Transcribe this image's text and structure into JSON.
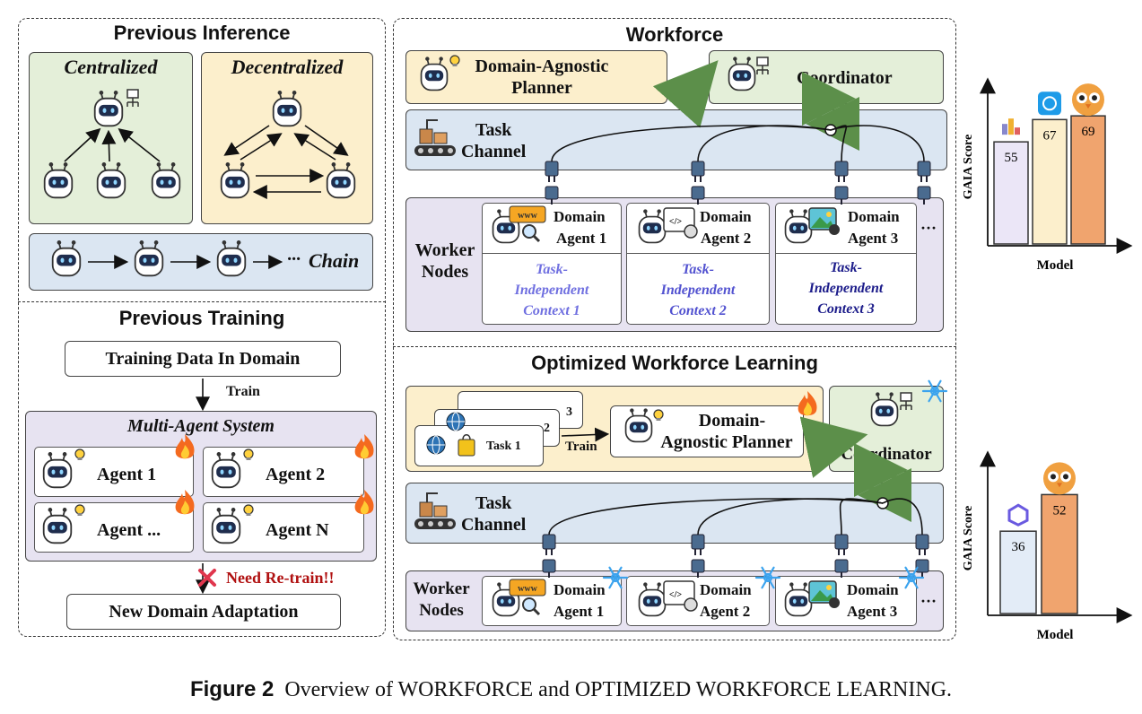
{
  "previous_inference": {
    "title": "Previous Inference",
    "centralized": "Centralized",
    "decentralized": "Decentralized",
    "chain": "Chain",
    "chain_ellipsis": "···"
  },
  "previous_training": {
    "title": "Previous Training",
    "training_data": "Training Data In Domain",
    "train": "Train",
    "mas_title": "Multi-Agent System",
    "agents": [
      "Agent 1",
      "Agent 2",
      "Agent ...",
      "Agent N"
    ],
    "need_retrain": "Need Re-train!!",
    "new_domain": "New Domain Adaptation"
  },
  "workforce": {
    "title": "Workforce",
    "planner": "Domain-Agnostic Planner",
    "coordinator": "Coordinator",
    "task_channel_1": "Task",
    "task_channel_2": "Channel",
    "worker_nodes_1": "Worker",
    "worker_nodes_2": "Nodes",
    "agents": [
      {
        "l1": "Domain",
        "l2": "Agent 1",
        "ctx1": "Task-",
        "ctx2": "Independent",
        "ctx3": "Context 1"
      },
      {
        "l1": "Domain",
        "l2": "Agent 2",
        "ctx1": "Task-",
        "ctx2": "Independent",
        "ctx3": "Context 2"
      },
      {
        "l1": "Domain",
        "l2": "Agent 3",
        "ctx1": "Task-",
        "ctx2": "Independent",
        "ctx3": "Context 3"
      }
    ],
    "ellipsis": "···"
  },
  "optimized": {
    "title": "Optimized Workforce Learning",
    "task3": "3",
    "task2": "2",
    "task1": "Task 1",
    "train": "Train",
    "planner_1": "Domain-",
    "planner_2": "Agnostic Planner",
    "coordinator": "Coordinator",
    "task_channel_1": "Task",
    "task_channel_2": "Channel",
    "worker_nodes_1": "Worker",
    "worker_nodes_2": "Nodes",
    "agents": [
      {
        "l1": "Domain",
        "l2": "Agent 1"
      },
      {
        "l1": "Domain",
        "l2": "Agent 2"
      },
      {
        "l1": "Domain",
        "l2": "Agent 3"
      }
    ],
    "ellipsis": "···"
  },
  "caption": {
    "label": "Figure 2",
    "text": "Overview of WORKFORCE and OPTIMIZED WORKFORCE LEARNING."
  },
  "chart_data": [
    {
      "type": "bar",
      "xlabel": "Model",
      "ylabel": "GAIA Score",
      "categories": [
        "",
        "",
        ""
      ],
      "values": [
        55,
        67,
        69
      ],
      "colors": [
        "#ebe6f7",
        "#fcefcc",
        "#f0a46e"
      ],
      "icons": [
        "trophy-icon",
        "openai-icon",
        "owl-icon"
      ]
    },
    {
      "type": "bar",
      "xlabel": "Model",
      "ylabel": "GAIA Score",
      "categories": [
        "",
        ""
      ],
      "values": [
        36,
        52
      ],
      "colors": [
        "#e3ecf7",
        "#f0a46e"
      ],
      "icons": [
        "qwen-icon",
        "owl-icon"
      ]
    }
  ]
}
